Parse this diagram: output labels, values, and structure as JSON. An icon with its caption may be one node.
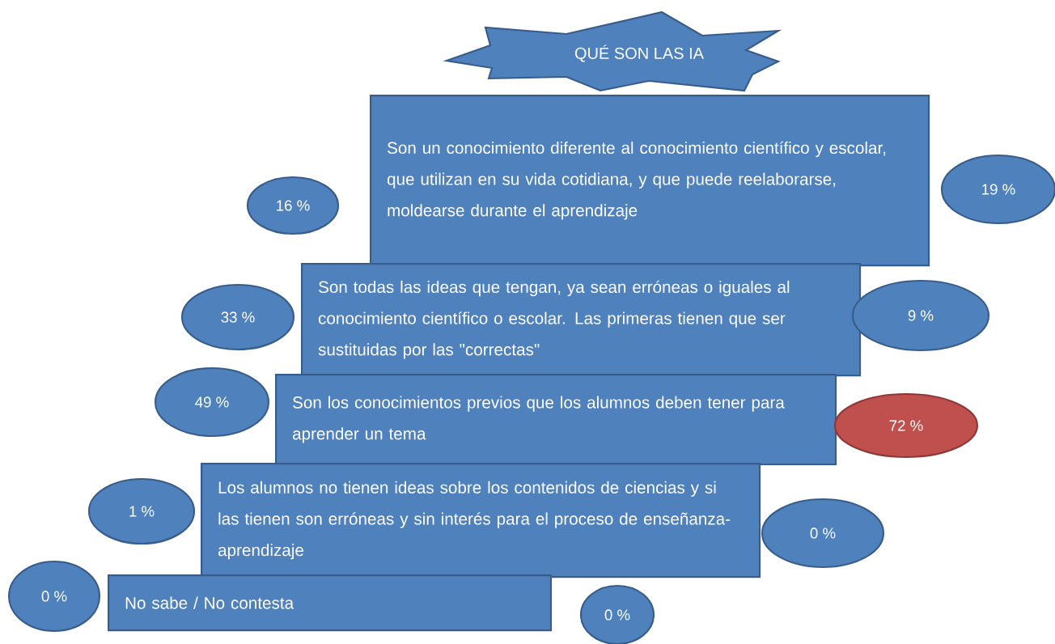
{
  "diagram": {
    "title": "QUÉ SON LAS IA",
    "nodes": [
      {
        "text": [
          "Son un conocimiento diferente al conocimiento científico y escolar, que utilizan en su vida cotidiana, y que puede reelaborarse, moldearse durante el aprendizaje"
        ]
      },
      {
        "text": [
          "16 %"
        ]
      },
      {
        "text": [
          "19 %"
        ]
      },
      {
        "text": [
          "Son todas las ideas que tengan, ya sean erróneas o iguales al conocimiento científico o escolar. Las primeras tienen que ser sustituidas por las \"correctas\""
        ]
      },
      {
        "text": [
          "33 %"
        ]
      },
      {
        "text": [
          "9 %"
        ]
      },
      {
        "text": [
          "Son los conocimientos previos que los alumnos deben tener para aprender un tema"
        ]
      },
      {
        "text": [
          "49 %"
        ]
      },
      {
        "text": [
          "72 %"
        ]
      },
      {
        "text": [
          "Los alumnos no tienen ideas sobre los contenidos de ciencias y si las tienen son erróneas y sin interés para el proceso de enseñanza-aprendizaje"
        ]
      },
      {
        "text": [
          "1 %"
        ]
      },
      {
        "text": [
          "0 %"
        ]
      },
      {
        "text": [
          "No sabe / No contesta"
        ]
      },
      {
        "text": [
          "0 %"
        ]
      },
      {
        "text": [
          "0 %"
        ]
      }
    ]
  }
}
